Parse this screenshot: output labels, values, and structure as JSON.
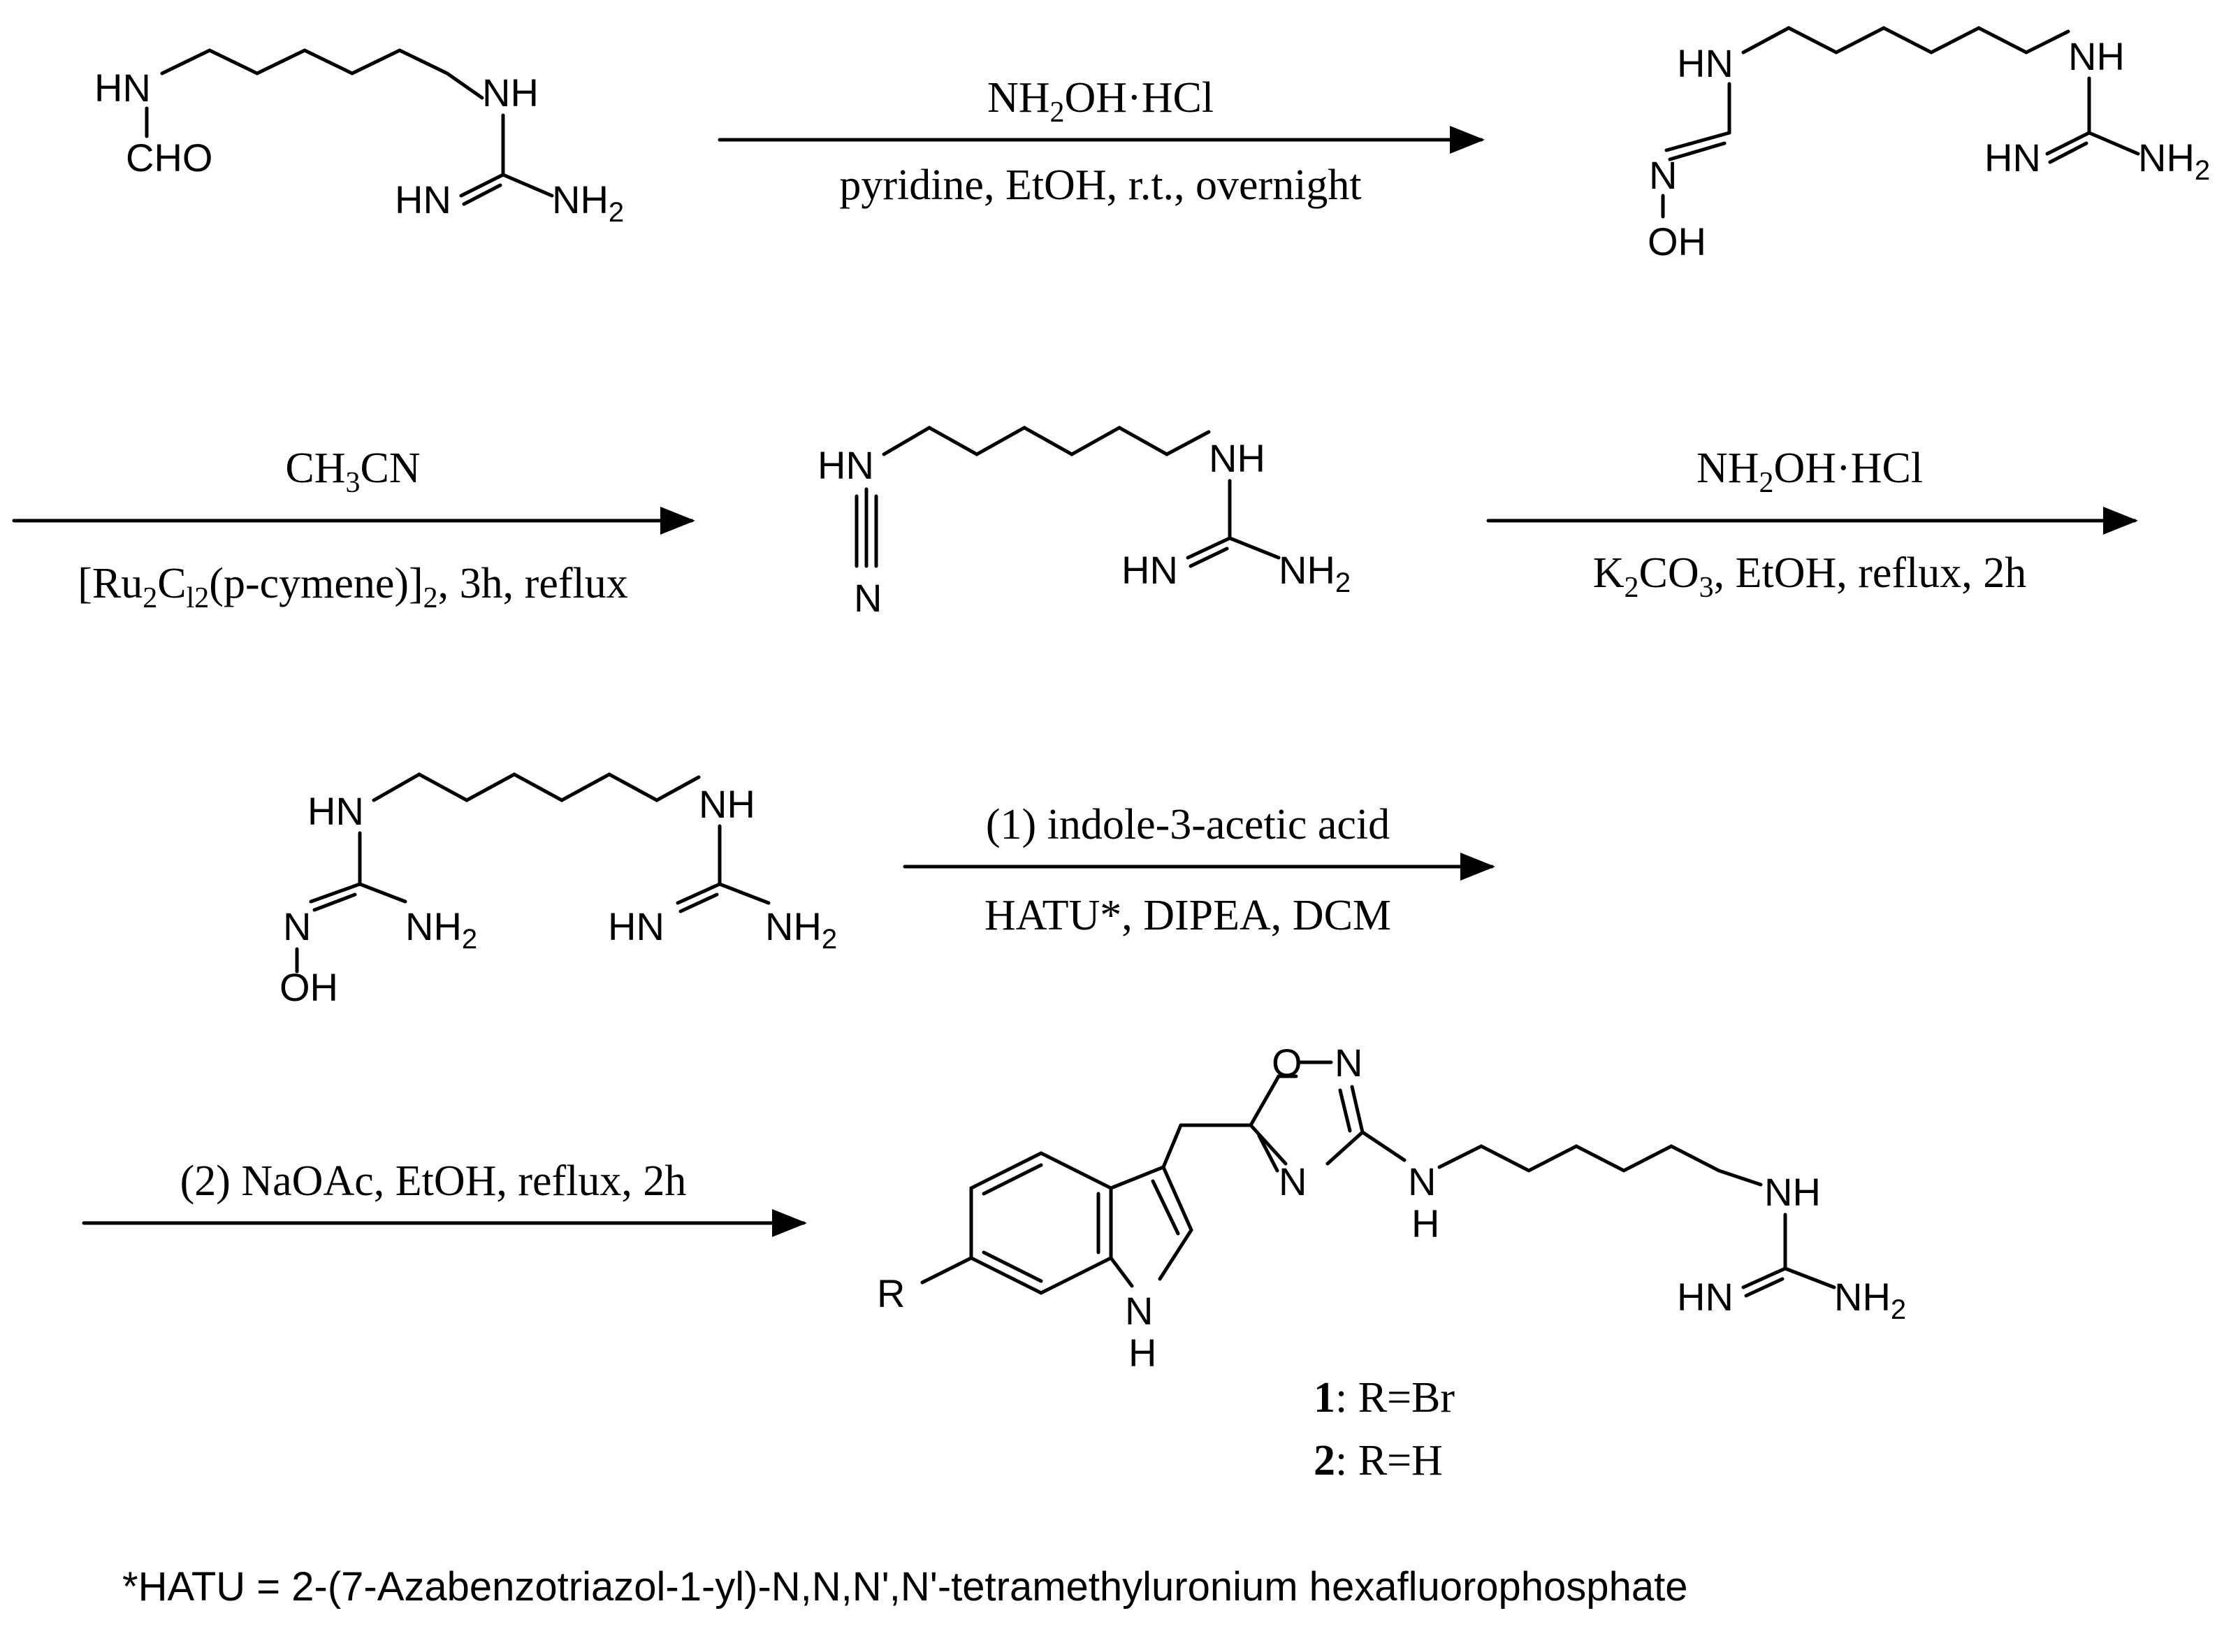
{
  "atoms": {
    "hn": "HN",
    "nh": "NH",
    "cho": "CHO",
    "nh2": "NH",
    "sub2": "2",
    "n": "N",
    "oh": "OH",
    "h": "H",
    "o": "O",
    "r": "R"
  },
  "conditions": {
    "step1_reagent_main": "NH",
    "step1_reagent_sub": "2",
    "step1_reagent_rest": "OH·HCl",
    "step1_conditions": "pyridine, EtOH, r.t., overnight",
    "step2_reagent_main": "CH",
    "step2_reagent_sub": "3",
    "step2_reagent_rest": "CN",
    "step2_cond_a": "[Ru",
    "step2_cond_sub1": "2",
    "step2_cond_b": "C",
    "step2_cond_sub2": "l2",
    "step2_cond_c": "(p-cymene)]",
    "step2_cond_sub3": "2",
    "step2_cond_d": ", 3h, reflux",
    "step3_reagent_main": "NH",
    "step3_reagent_sub": "2",
    "step3_reagent_rest": "OH·HCl",
    "step3_cond_a": "K",
    "step3_cond_sub1": "2",
    "step3_cond_b": "CO",
    "step3_cond_sub2": "3",
    "step3_cond_c": ", EtOH, reflux, 2h",
    "step4_line1": "(1) indole-3-acetic acid",
    "step4_line2": "HATU*, DIPEA, DCM",
    "step5_line1": "(2) NaOAc, EtOH, reflux, 2h"
  },
  "compounds": {
    "c1_num": "1",
    "c1_rest": ": R=Br",
    "c2_num": "2",
    "c2_rest": ": R=H"
  },
  "footnote": "*HATU = 2-(7-Azabenzotriazol-1-yl)-N,N,N',N'-tetramethyluronium hexafluorophosphate"
}
